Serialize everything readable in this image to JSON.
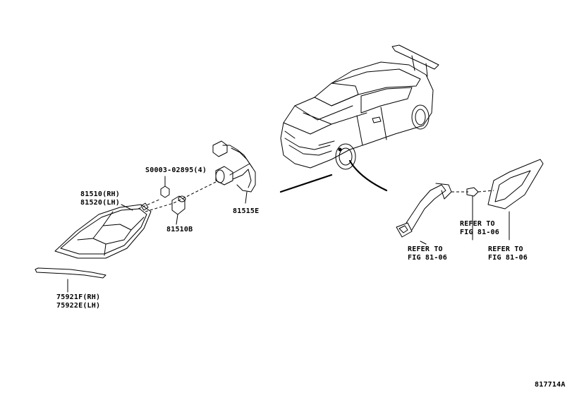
{
  "labels": {
    "screw": "S0003-02895(4)",
    "lamp_rh": "81510(RH)",
    "lamp_lh": "81520(LH)",
    "bulb": "81510B",
    "socket": "81515E",
    "trim_rh": "75921F(RH)",
    "trim_lh": "75922E(LH)",
    "refer1_a": "REFER TO",
    "refer1_b": "FIG 81-06",
    "refer2_a": "REFER TO",
    "refer2_b": "FIG 81-06",
    "refer3_a": "REFER TO",
    "refer3_b": "FIG 81-06",
    "figure_id": "817714A"
  },
  "icons": [
    "car-illustration",
    "side-lamp-assembly",
    "bulb",
    "bulb-socket-harness",
    "trim-moulding",
    "screw",
    "connector-hose",
    "small-bulb",
    "reflector-lens"
  ]
}
